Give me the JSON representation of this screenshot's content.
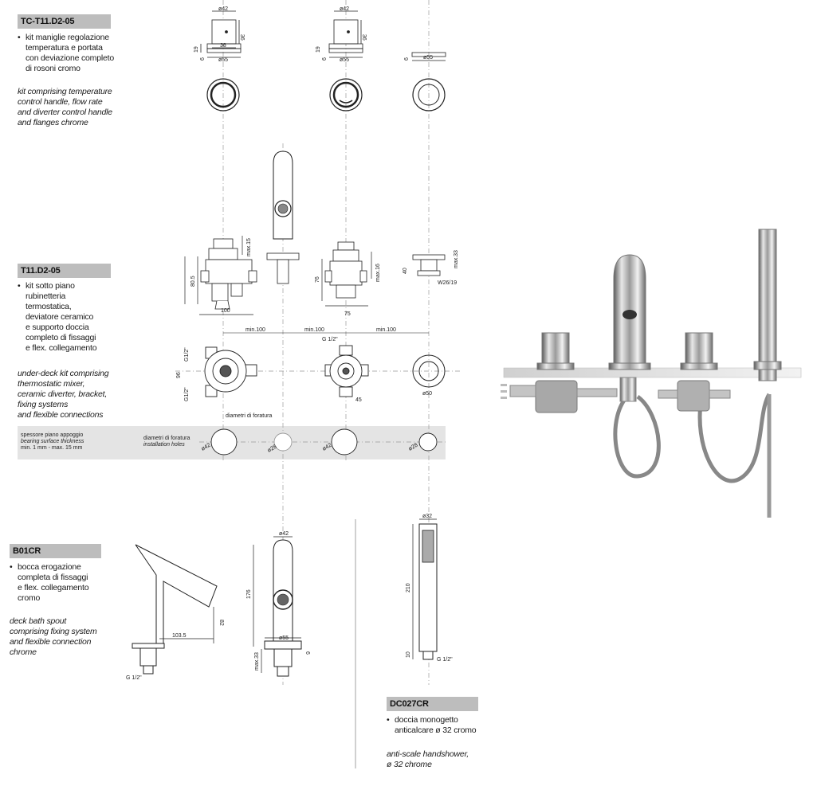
{
  "products": [
    {
      "code": "TC-T11.D2-05",
      "lines_it": [
        "kit maniglie regolazione",
        "temperatura e portata",
        "con deviazione completo",
        "di rosoni cromo"
      ],
      "lines_en": [
        "kit comprising temperature",
        "control handle, flow rate",
        "and diverter control handle",
        "and flanges chrome"
      ]
    },
    {
      "code": "T11.D2-05",
      "lines_it": [
        "kit sotto piano",
        "rubinetteria",
        "termostatica,",
        "deviatore ceramico",
        "e supporto doccia",
        "completo di fissaggi",
        "e flex. collegamento"
      ],
      "lines_en": [
        "under-deck kit comprising",
        "thermostatic mixer,",
        "ceramic diverter, bracket,",
        "fixing systems",
        "and flexible connections"
      ]
    },
    {
      "code": "B01CR",
      "lines_it": [
        "bocca erogazione",
        "completa di fissaggi",
        "e flex. collegamento",
        "cromo"
      ],
      "lines_en": [
        "deck bath spout",
        "comprising fixing system",
        "and flexible connection",
        "chrome"
      ]
    },
    {
      "code": "DC027CR",
      "lines_it": [
        "doccia monogetto",
        "anticalcare ø 32 cromo"
      ],
      "lines_en": [
        "anti-scale handshower,",
        "ø 32 chrome"
      ]
    }
  ],
  "band": {
    "thickness_it": "spessore piano appoggio",
    "thickness_en": "bearing surface thickness",
    "thickness_range": "min. 1 mm - max. 15 mm",
    "holes_it": "diametri di foratura",
    "holes_en": "installation holes",
    "above_label": "diametri di foratura"
  },
  "dims": {
    "d42": "ø42",
    "d55": "ø55",
    "d50": "ø50",
    "d32": "ø32",
    "d28": "ø28",
    "h36": "36",
    "h19": "19",
    "h6": "6",
    "w38": "38",
    "max15": "max.15",
    "max16": "max.16",
    "max33": "max.33",
    "h805": "80.5",
    "w100": "100",
    "h76": "76",
    "w75": "75",
    "h40": "40",
    "w2619": "W26/19",
    "min100": "min.100",
    "g12": "G 1/2\"",
    "g12b": "G1/2\"",
    "h96": "96",
    "w45": "45",
    "w1035": "103.5",
    "h82": "82",
    "h176": "176",
    "h210": "210",
    "h10": "10"
  }
}
